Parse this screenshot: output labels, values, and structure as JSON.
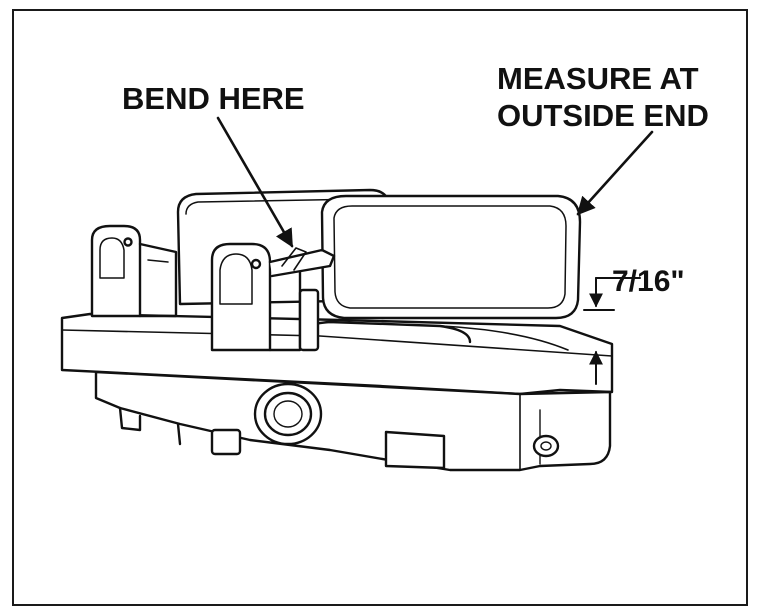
{
  "labels": {
    "bend_here": "BEND HERE",
    "measure_line1": "MEASURE AT",
    "measure_line2": "OUTSIDE END",
    "dimension": "7/16\""
  },
  "colors": {
    "ink": "#111111",
    "background": "#ffffff"
  }
}
